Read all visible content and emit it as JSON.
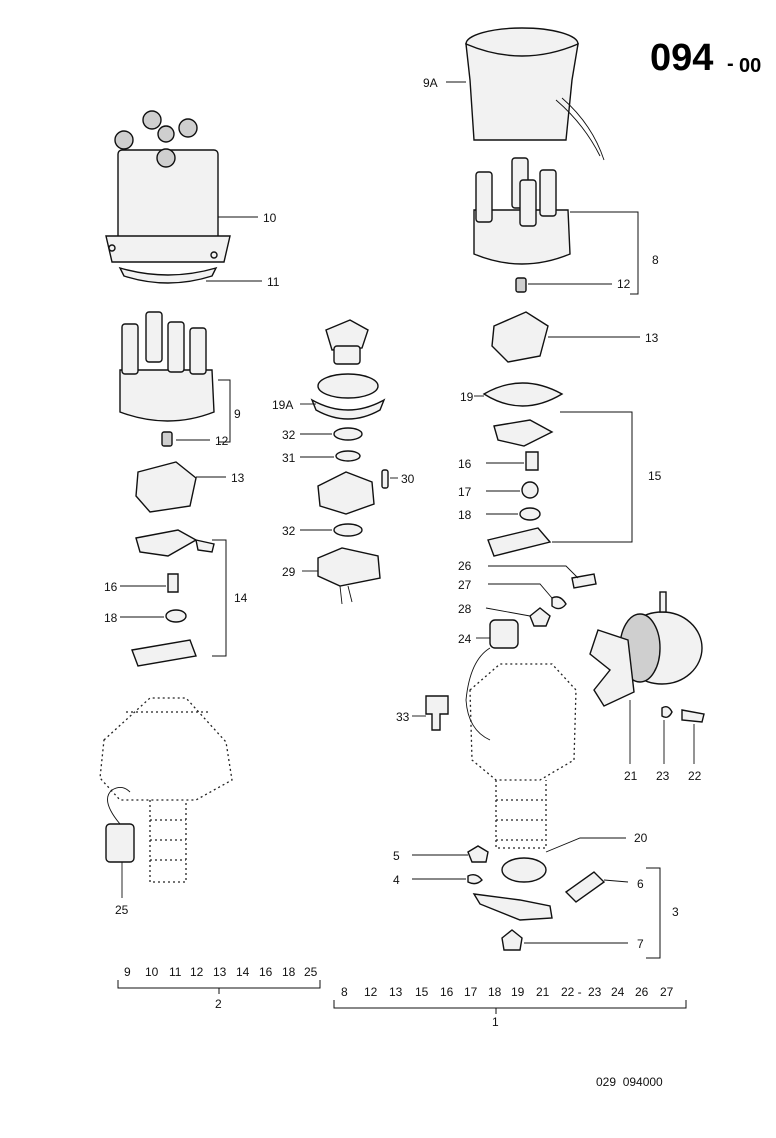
{
  "page_number": {
    "main": "094",
    "sub": "00"
  },
  "catalog_code": "029  094000",
  "callouts": {
    "c9A": "9A",
    "c10": "10",
    "c11": "11",
    "c8": "8",
    "c12a": "12",
    "c12b": "12",
    "c9": "9",
    "c13a": "13",
    "c13b": "13",
    "c19A": "19A",
    "c19": "19",
    "c32a": "32",
    "c32b": "32",
    "c31": "31",
    "c30": "30",
    "c29": "29",
    "c14": "14",
    "c15": "15",
    "c16a": "16",
    "c16b": "16",
    "c17": "17",
    "c18a": "18",
    "c18b": "18",
    "c26": "26",
    "c27": "27",
    "c28": "28",
    "c24": "24",
    "c33": "33",
    "c21": "21",
    "c23": "23",
    "c22": "22",
    "c20": "20",
    "c5": "5",
    "c4": "4",
    "c6": "6",
    "c3": "3",
    "c7": "7",
    "c25": "25"
  },
  "group_2": {
    "items": [
      "9",
      "10",
      "11",
      "12",
      "13",
      "14",
      "16",
      "18",
      "25"
    ],
    "label": "2"
  },
  "group_1": {
    "items": [
      "8",
      "12",
      "13",
      "15",
      "16",
      "17",
      "18",
      "19",
      "21",
      "22 -",
      "23",
      "24",
      "26",
      "27"
    ],
    "label": "1"
  }
}
